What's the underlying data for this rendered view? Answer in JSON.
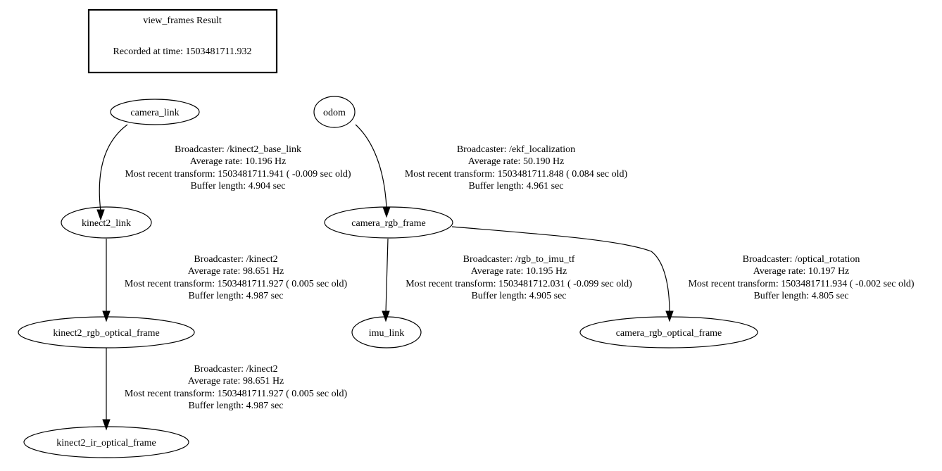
{
  "title_box": {
    "title": "view_frames Result",
    "recorded": "Recorded at time: 1503481711.932"
  },
  "nodes": [
    {
      "id": "camera_link",
      "label": "camera_link"
    },
    {
      "id": "kinect2_link",
      "label": "kinect2_link"
    },
    {
      "id": "kinect2_rgb_optical_frame",
      "label": "kinect2_rgb_optical_frame"
    },
    {
      "id": "kinect2_ir_optical_frame",
      "label": "kinect2_ir_optical_frame"
    },
    {
      "id": "odom",
      "label": "odom"
    },
    {
      "id": "camera_rgb_frame",
      "label": "camera_rgb_frame"
    },
    {
      "id": "imu_link",
      "label": "imu_link"
    },
    {
      "id": "camera_rgb_optical_frame",
      "label": "camera_rgb_optical_frame"
    }
  ],
  "edges": [
    {
      "from": "camera_link",
      "to": "kinect2_link",
      "lines": [
        "Broadcaster: /kinect2_base_link",
        "Average rate: 10.196 Hz",
        "Most recent transform: 1503481711.941 ( -0.009 sec old)",
        "Buffer length: 4.904 sec"
      ]
    },
    {
      "from": "kinect2_link",
      "to": "kinect2_rgb_optical_frame",
      "lines": [
        "Broadcaster: /kinect2",
        "Average rate: 98.651 Hz",
        "Most recent transform: 1503481711.927 ( 0.005 sec old)",
        "Buffer length: 4.987 sec"
      ]
    },
    {
      "from": "kinect2_rgb_optical_frame",
      "to": "kinect2_ir_optical_frame",
      "lines": [
        "Broadcaster: /kinect2",
        "Average rate: 98.651 Hz",
        "Most recent transform: 1503481711.927 ( 0.005 sec old)",
        "Buffer length: 4.987 sec"
      ]
    },
    {
      "from": "odom",
      "to": "camera_rgb_frame",
      "lines": [
        "Broadcaster: /ekf_localization",
        "Average rate: 50.190 Hz",
        "Most recent transform: 1503481711.848 ( 0.084 sec old)",
        "Buffer length: 4.961 sec"
      ]
    },
    {
      "from": "camera_rgb_frame",
      "to": "imu_link",
      "lines": [
        "Broadcaster: /rgb_to_imu_tf",
        "Average rate: 10.195 Hz",
        "Most recent transform: 1503481712.031 ( -0.099 sec old)",
        "Buffer length: 4.905 sec"
      ]
    },
    {
      "from": "camera_rgb_frame",
      "to": "camera_rgb_optical_frame",
      "lines": [
        "Broadcaster: /optical_rotation",
        "Average rate: 10.197 Hz",
        "Most recent transform: 1503481711.934 ( -0.002 sec old)",
        "Buffer length: 4.805 sec"
      ]
    }
  ]
}
